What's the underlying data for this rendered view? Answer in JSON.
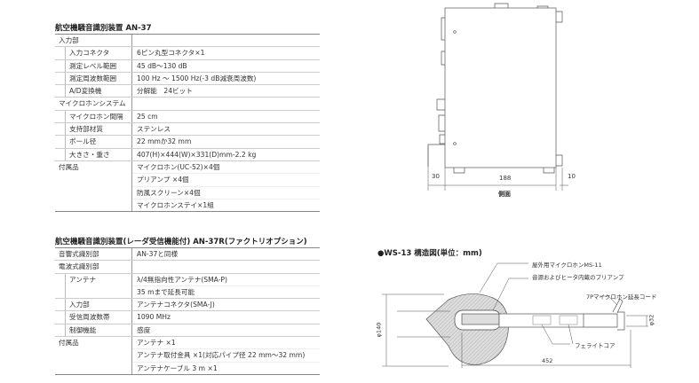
{
  "table1": {
    "title": "航空機騒音識別装置 AN-37",
    "rows": [
      {
        "label": "入力部",
        "indent": false,
        "values": [
          ""
        ]
      },
      {
        "label": "入力コネクタ",
        "indent": true,
        "values": [
          "6ピン丸型コネクタ×1"
        ]
      },
      {
        "label": "測定レベル範囲",
        "indent": true,
        "values": [
          "45 dB～130 dB"
        ]
      },
      {
        "label": "測定周波数範囲",
        "indent": true,
        "values": [
          "100 Hz ～ 1500 Hz(-3 dB減衰周波数)"
        ]
      },
      {
        "label": "A/D変換機",
        "indent": true,
        "values": [
          "分解能　24ビット"
        ]
      },
      {
        "label": "マイクロホンシステム",
        "indent": false,
        "values": [
          ""
        ]
      },
      {
        "label": "マイクロホン間隔",
        "indent": true,
        "values": [
          "25 cm"
        ]
      },
      {
        "label": "支持部材質",
        "indent": true,
        "values": [
          "ステンレス"
        ]
      },
      {
        "label": "ポール径",
        "indent": true,
        "values": [
          "22 mmか32 mm"
        ]
      },
      {
        "label": "大きさ・重さ",
        "indent": true,
        "values": [
          "407(H)×444(W)×331(D)mm-2.2 kg"
        ]
      },
      {
        "label": "付属品",
        "indent": false,
        "values": [
          "マイクロホン(UC-52)×4個",
          "プリアンプ ×4個",
          "防風スクリーン×4個",
          "マイクロホンステイ×1組"
        ]
      }
    ]
  },
  "table2": {
    "title": "航空機騒音識別装置(レーダ受信機能付) AN-37R(ファクトリオプション)",
    "rows": [
      {
        "label": "音響式識別部",
        "indent": false,
        "values": [
          "AN-37と同様"
        ]
      },
      {
        "label": "電波式識別部",
        "indent": false,
        "values": [
          ""
        ]
      },
      {
        "label": "アンテナ",
        "indent": true,
        "values": [
          "λ/4無指向性アンテナ(SMA-P)",
          "35 mまで延長可能"
        ]
      },
      {
        "label": "入力部",
        "indent": true,
        "values": [
          "アンテナコネクタ(SMA-J)"
        ]
      },
      {
        "label": "受信周波数帯",
        "indent": true,
        "values": [
          "1090 MHz"
        ]
      },
      {
        "label": "制御機能",
        "indent": true,
        "values": [
          "感度"
        ]
      },
      {
        "label": "付属品",
        "indent": false,
        "values": [
          "アンテナ ×1",
          "アンテナ取付金具 ×1(対応パイプ径 22 mm～32 mm)",
          "アンテナケーブル 3 m ×1"
        ]
      }
    ]
  },
  "side_view": {
    "dim_left": "30",
    "dim_main": "188",
    "dim_right": "10",
    "caption": "側面"
  },
  "ws13": {
    "title": "●WS-13 構造図(単位：mm)",
    "label_mic": "屋外用マイクロホンMS-11",
    "label_preamp": "音源およびヒータ内蔵のプリアンプ",
    "label_cord": "7Pマイクロホン延長コード",
    "label_ferrite": "フェライトコア",
    "dim_diameter": "φ140",
    "dim_tube": "φ32",
    "dim_length": "452"
  }
}
